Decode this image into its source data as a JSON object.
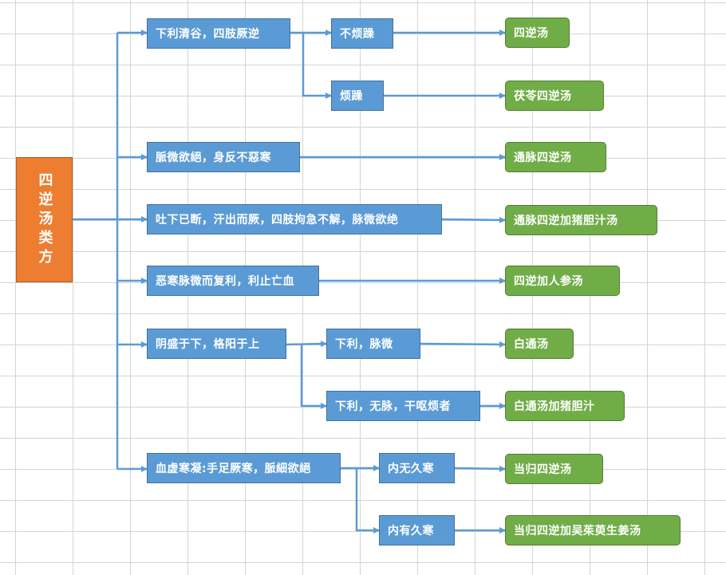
{
  "root": {
    "label": "四逆汤类方"
  },
  "conditions": {
    "c1": "下利清谷，四肢厥逆",
    "c2": "脈微欲絕，身反不惡寒",
    "c3": "吐下已断，汗出而厥，四肢拘急不解，脉微欲绝",
    "c4": "恶寒脉微而复利，利止亡血",
    "c5": "阴盛于下，格阳于上",
    "c6": "血虚寒凝:手足厥寒，脈細欲絕"
  },
  "subconditions": {
    "s1a": "不烦躁",
    "s1b": "烦躁",
    "s5a": "下利，脉微",
    "s5b": "下利，无脉，干呕烦者",
    "s6a": "内无久寒",
    "s6b": "内有久寒"
  },
  "formulas": {
    "f1": "四逆汤",
    "f2": "茯苓四逆汤",
    "f3": "通脉四逆汤",
    "f4": "通脉四逆加猪胆汁汤",
    "f5": "四逆加人参汤",
    "f6": "白通汤",
    "f7": "白通汤加猪胆汁",
    "f8": "当归四逆汤",
    "f9": "当归四逆加吴茱萸生姜汤"
  },
  "colors": {
    "root": "#ed7d31",
    "condition": "#5b9bd5",
    "formula": "#70ad47",
    "connector": "#5b9bd5"
  }
}
